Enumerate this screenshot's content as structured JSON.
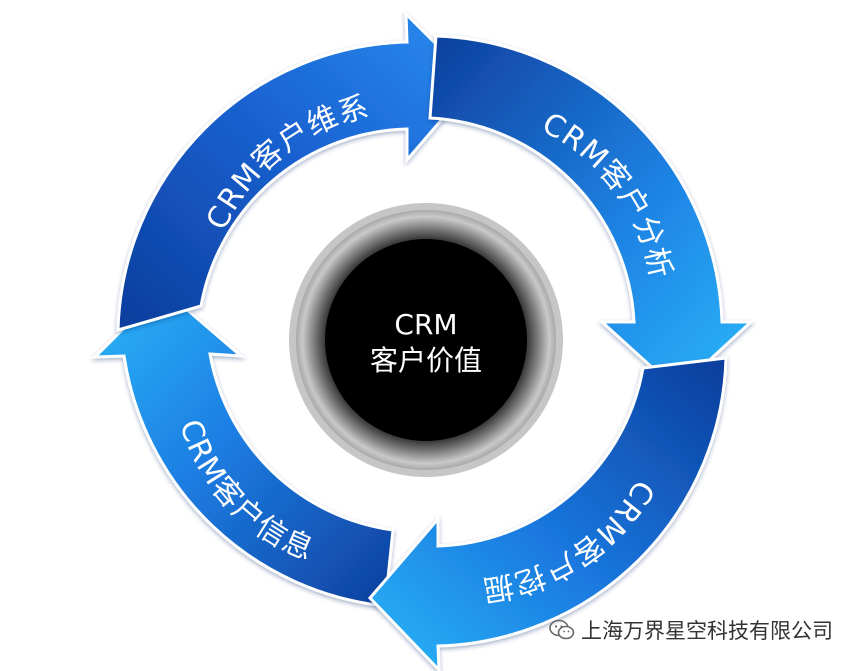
{
  "diagram": {
    "center": {
      "line1": "CRM",
      "line2": "客户价值"
    },
    "steps": [
      {
        "label": "CRM客户维系"
      },
      {
        "label": "CRM客户分析"
      },
      {
        "label": "CRM客户挖掘"
      },
      {
        "label": "CRM客户信息"
      }
    ]
  },
  "watermark": {
    "text": "上海万界星空科技有限公司",
    "icon": "wechat-icon"
  },
  "colors": {
    "arrow_dark": "#0b3d9c",
    "arrow_mid": "#1e72dd",
    "arrow_light": "#2ab6f8",
    "center_fill": "#000000",
    "ring_gray": "#bdbdbd"
  }
}
